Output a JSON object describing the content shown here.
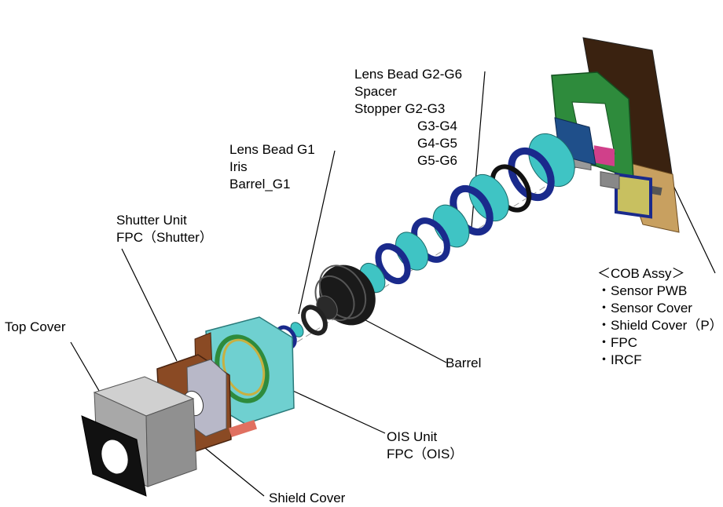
{
  "labels": {
    "top_cover": "Top Cover",
    "shutter": [
      "Shutter Unit",
      "FPC（Shutter）"
    ],
    "g1": [
      "Lens Bead G1",
      "Iris",
      "Barrel_G1"
    ],
    "g2g6": [
      "Lens Bead G2-G6",
      "Spacer",
      "Stopper  G2-G3",
      "G3-G4",
      "G4-G5",
      "G5-G6"
    ],
    "barrel": "Barrel",
    "ois": [
      "OIS Unit",
      "FPC（OIS）"
    ],
    "shield_cover": "Shield Cover",
    "cob": [
      "＜COB  Assy＞",
      "・Sensor PWB",
      "・Sensor Cover",
      "・Shield Cover（P）",
      "・FPC",
      "・IRCF"
    ]
  },
  "colors": {
    "spacer_ring": "#1a2a8c",
    "lens_cyan": "#3fc4c4",
    "ois_cyan": "#6fd0d0",
    "shutter_brown": "#8a4a24",
    "cover_gray": "#b0b0b0",
    "pcb_dark": "#3a2210",
    "pcb_green": "#2e8b3c",
    "fpc_tan": "#c8a060",
    "barrel_dark": "#1a1a1a"
  }
}
